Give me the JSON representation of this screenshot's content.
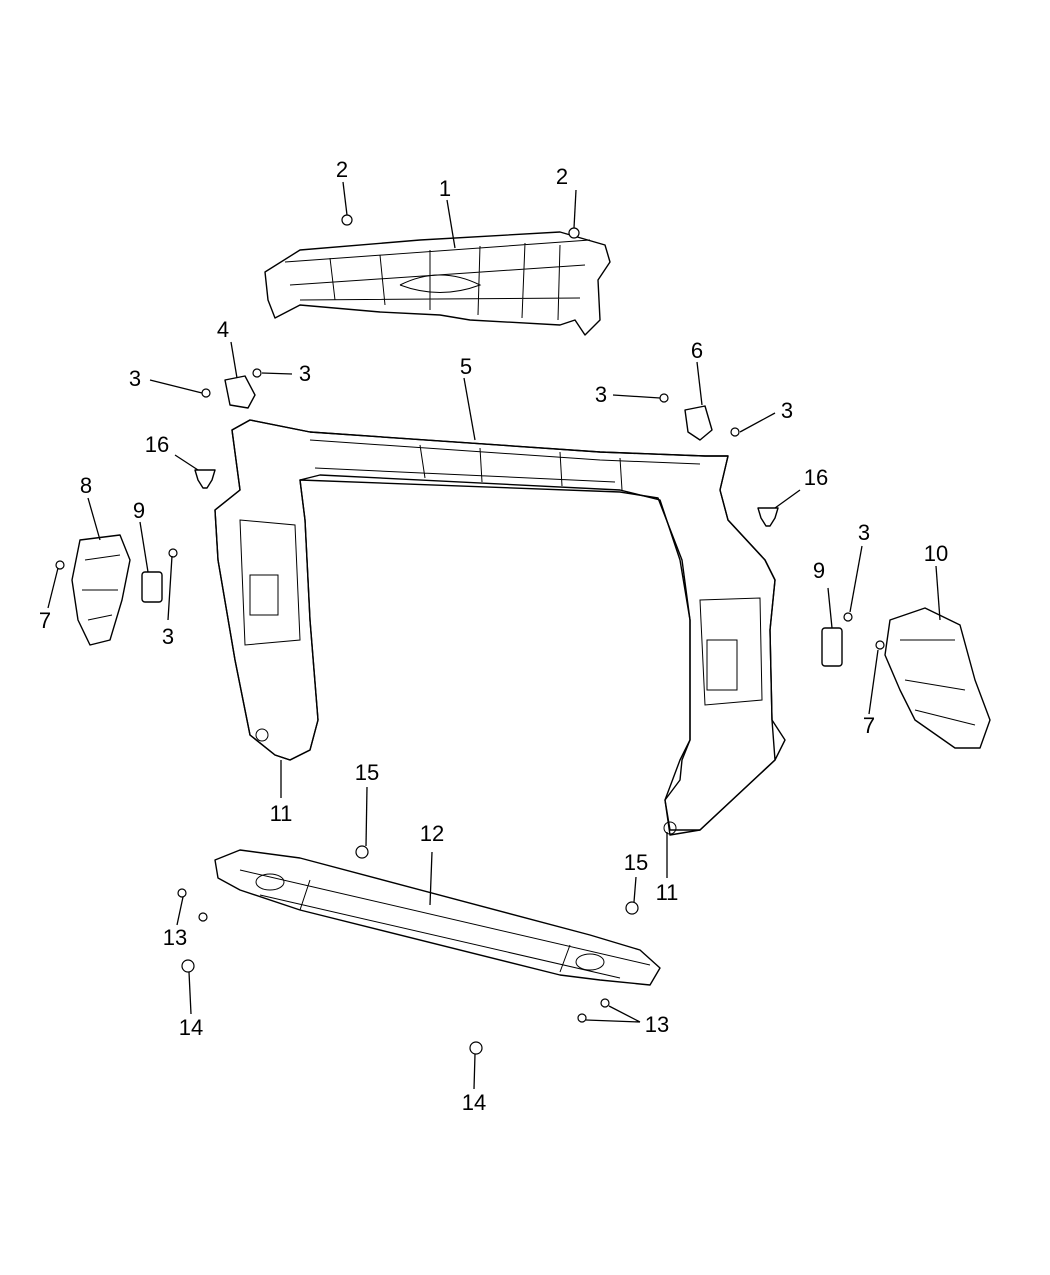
{
  "diagram": {
    "callouts": [
      {
        "id": "c1",
        "text": "1"
      },
      {
        "id": "c2a",
        "text": "2"
      },
      {
        "id": "c2b",
        "text": "2"
      },
      {
        "id": "c3a",
        "text": "3"
      },
      {
        "id": "c3b",
        "text": "3"
      },
      {
        "id": "c3c",
        "text": "3"
      },
      {
        "id": "c3d",
        "text": "3"
      },
      {
        "id": "c3e",
        "text": "3"
      },
      {
        "id": "c3f",
        "text": "3"
      },
      {
        "id": "c4",
        "text": "4"
      },
      {
        "id": "c5",
        "text": "5"
      },
      {
        "id": "c6",
        "text": "6"
      },
      {
        "id": "c7a",
        "text": "7"
      },
      {
        "id": "c7b",
        "text": "7"
      },
      {
        "id": "c8",
        "text": "8"
      },
      {
        "id": "c9a",
        "text": "9"
      },
      {
        "id": "c9b",
        "text": "9"
      },
      {
        "id": "c10",
        "text": "10"
      },
      {
        "id": "c11a",
        "text": "11"
      },
      {
        "id": "c11b",
        "text": "11"
      },
      {
        "id": "c12",
        "text": "12"
      },
      {
        "id": "c13a",
        "text": "13"
      },
      {
        "id": "c13b",
        "text": "13"
      },
      {
        "id": "c14a",
        "text": "14"
      },
      {
        "id": "c14b",
        "text": "14"
      },
      {
        "id": "c15a",
        "text": "15"
      },
      {
        "id": "c15b",
        "text": "15"
      },
      {
        "id": "c16a",
        "text": "16"
      },
      {
        "id": "c16b",
        "text": "16"
      }
    ]
  }
}
